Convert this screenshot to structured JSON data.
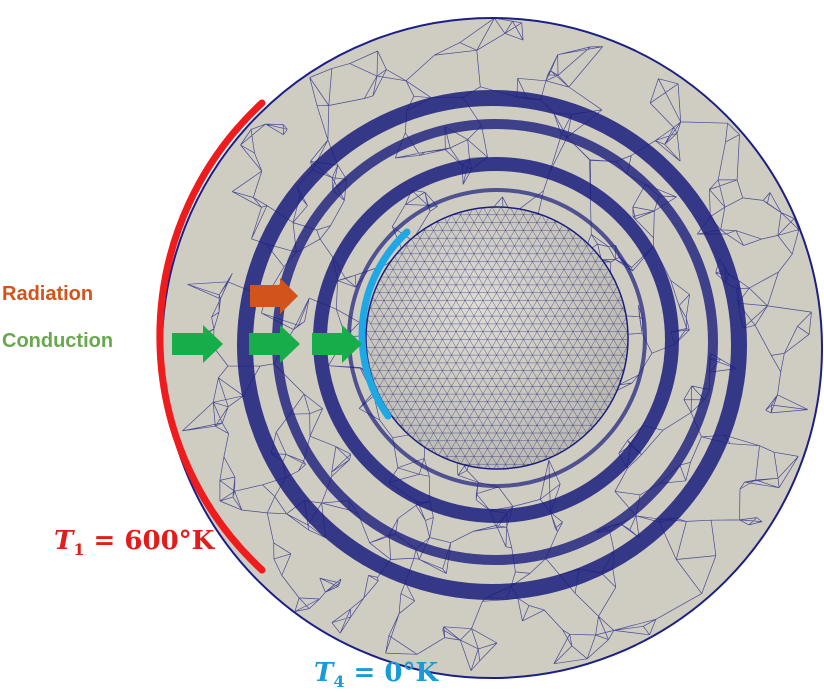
{
  "labels": {
    "radiation": "Radiation",
    "conduction": "Conduction",
    "t1_sym": "T",
    "t1_sub": "1",
    "t1_val": " = 600°K",
    "t4_sym": "T",
    "t4_sub": "4",
    "t4_val": " = 0°K"
  },
  "colors": {
    "background": "#ffffff",
    "mesh_fill": "#cfccc2",
    "mesh_line": "#1c1f86",
    "band": "#1a1d7c",
    "sphere": "#c9c7bd",
    "hot_boundary": "#ee1c1c",
    "cold_boundary": "#1ea8e6",
    "radiation_arrow": "#d3541b",
    "conduction_arrow": "#17ad4b",
    "radiation_text": "#d3541b",
    "conduction_text": "#6aa84f",
    "t1_text": "#e21b1b",
    "t4_text": "#1a9ad6"
  },
  "icons": {
    "radiation_arrow": "right-arrow",
    "conduction_arrow": "right-arrow"
  }
}
